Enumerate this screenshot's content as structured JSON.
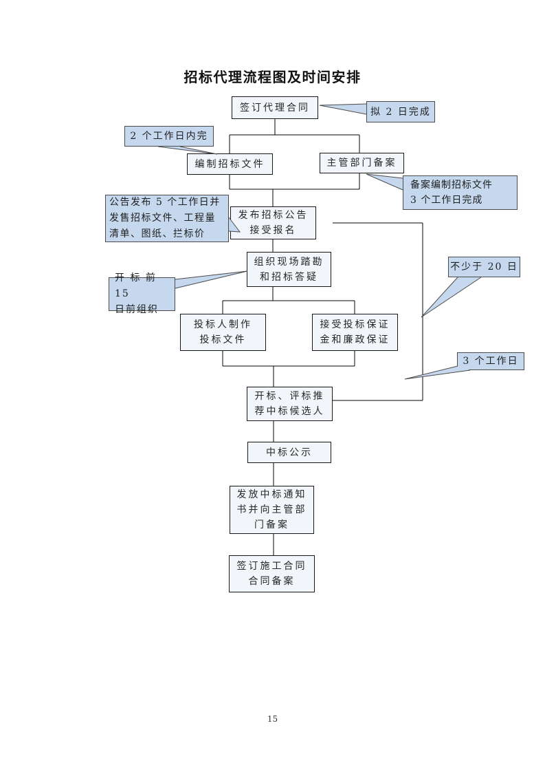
{
  "page": {
    "title": "招标代理流程图及时间安排",
    "page_number": "15"
  },
  "colors": {
    "callout_fill": "#c5d8ee",
    "callout_border": "#4a4a4a",
    "node_fill": "#f2f6fa",
    "node_border": "#161616",
    "connector": "#000000"
  },
  "flowchart": {
    "nodes": [
      {
        "id": "sign-agency-contract",
        "text": "签订代理合同"
      },
      {
        "id": "prepare-bid-documents",
        "text": "编制招标文件"
      },
      {
        "id": "authority-filing",
        "text": "主管部门备案"
      },
      {
        "id": "publish-announcement",
        "text": "发布招标公告\n接受报名"
      },
      {
        "id": "site-survey-qa",
        "text": "组织现场踏勘\n和招标答疑"
      },
      {
        "id": "bidders-prepare-docs",
        "text": "投标人制作\n投标文件"
      },
      {
        "id": "accept-bid-bond",
        "text": "接受投标保证\n金和廉政保证"
      },
      {
        "id": "bid-opening-evaluation",
        "text": "开标、评标推\n荐中标候选人"
      },
      {
        "id": "winner-publicity",
        "text": "中标公示"
      },
      {
        "id": "issue-award-notice",
        "text": "发放中标通知\n书并向主管部\n门备案"
      },
      {
        "id": "sign-construction-contract",
        "text": "签订施工合同\n合同备案"
      }
    ],
    "callouts": [
      {
        "id": "plan-2-days",
        "text": "拟 2 日完成"
      },
      {
        "id": "within-2-workdays",
        "text": "2 个工作日内完"
      },
      {
        "id": "filing-3-workdays",
        "text": "备案编制招标文件\n3 个工作日完成"
      },
      {
        "id": "announcement-5-workdays",
        "text": "公告发布 5 个工作日并\n发售招标文件、工程量\n清单、图纸、拦标价"
      },
      {
        "id": "organize-15-days-before",
        "text": "开 标 前 15\n日前组织"
      },
      {
        "id": "no-less-than-20-days",
        "text": "不少于 20 日"
      },
      {
        "id": "three-workdays",
        "text": "3 个工作日"
      }
    ]
  }
}
